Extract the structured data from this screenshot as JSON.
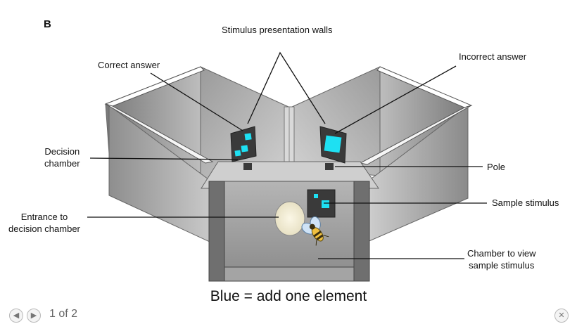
{
  "figure": {
    "panel_letter": "B",
    "caption": "Blue = add one element"
  },
  "labels": {
    "stimulus_walls": "Stimulus presentation walls",
    "correct_answer": "Correct answer",
    "incorrect_answer": "Incorrect answer",
    "decision_chamber": [
      "Decision",
      "chamber"
    ],
    "pole": "Pole",
    "sample_stimulus": "Sample stimulus",
    "entrance": [
      "Entrance to",
      "decision chamber"
    ],
    "view_chamber": [
      "Chamber to view",
      "sample stimulus"
    ]
  },
  "viewer": {
    "prev_icon": "arrow-left-icon",
    "next_icon": "arrow-right-icon",
    "close_icon": "close-icon",
    "page_counter": "1 of 2"
  },
  "colors": {
    "stimulus_blue": "#1ee0f2",
    "card_dark": "#3a3a3a",
    "wall_gray": "#9a9a9a",
    "frame_dark": "#6e6e6e"
  }
}
